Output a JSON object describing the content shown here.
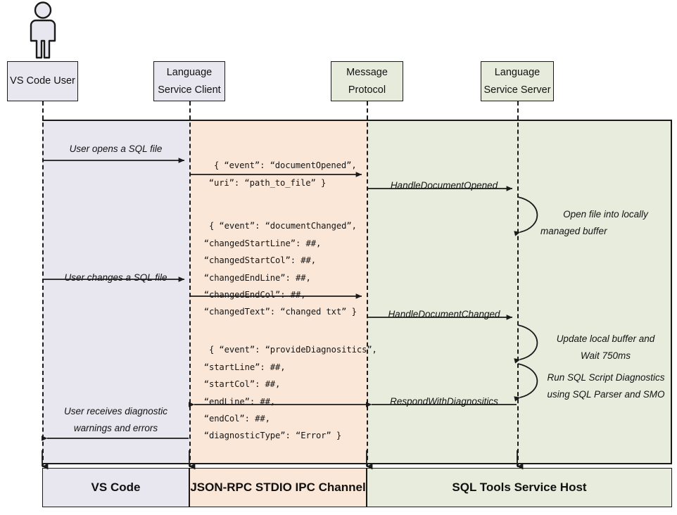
{
  "diagram": {
    "title": "VS Code SQL Tools Language Service sequence diagram",
    "colors": {
      "lavender": "#e8e6ef",
      "orange": "#fbe7d8",
      "green": "#e8ecdd",
      "stroke": "#1a1a1a"
    }
  },
  "actor": {
    "name": "vs-code-user-actor",
    "icon": "person-icon"
  },
  "participants": [
    {
      "id": "vs-code-user",
      "line1": "VS Code User",
      "line2": "",
      "color": "lavender"
    },
    {
      "id": "language-service-client",
      "line1": "Language",
      "line2": "Service Client",
      "color": "lavender"
    },
    {
      "id": "message-protocol",
      "line1": "Message",
      "line2": "Protocol",
      "color": "green"
    },
    {
      "id": "language-service-server",
      "line1": "Language",
      "line2": "Service Server",
      "color": "green"
    }
  ],
  "lanes": [
    {
      "id": "vs-code",
      "label": "VS Code",
      "color": "lavender"
    },
    {
      "id": "json-rpc-stdio",
      "label": "JSON-RPC STDIO IPC Channel",
      "color": "orange"
    },
    {
      "id": "sql-tools-host",
      "label": "SQL Tools Service Host",
      "color": "green"
    }
  ],
  "messages": {
    "user_opens": "User opens a SQL file",
    "user_changes": "User changes a SQL file",
    "user_receives_line1": "User receives diagnostic",
    "user_receives_line2": "warnings and errors",
    "handle_document_opened": "HandleDocumentOpened",
    "handle_document_changed": "HandleDocumentChanged",
    "respond_with_diagnositics": "RespondWithDiagnositics"
  },
  "notes": {
    "open_buffer_line1": "Open file into locally",
    "open_buffer_line2": "managed buffer",
    "update_buffer_line1": "Update local buffer and",
    "update_buffer_line2": "Wait 750ms",
    "run_diagnostics_line1": "Run SQL Script Diagnostics",
    "run_diagnostics_line2": "using SQL Parser and SMO"
  },
  "payloads": {
    "document_opened": "{ “event”: “documentOpened”,\n   “uri”: “path_to_file” }",
    "document_changed": "{ “event”: “documentChanged”,\n   “changedStartLine”: ##,\n   “changedStartCol”: ##,\n   “changedEndLine”: ##,\n   “changedEndCol”: ##,\n   “changedText”: “changed txt” }",
    "provide_diagnositics": "{ “event”: “provideDiagnositics”,\n   “startLine”: ##,\n   “startCol”: ##,\n   “endLine”: ##,\n   “endCol”: ##,\n   “diagnosticType”: “Error” }"
  }
}
